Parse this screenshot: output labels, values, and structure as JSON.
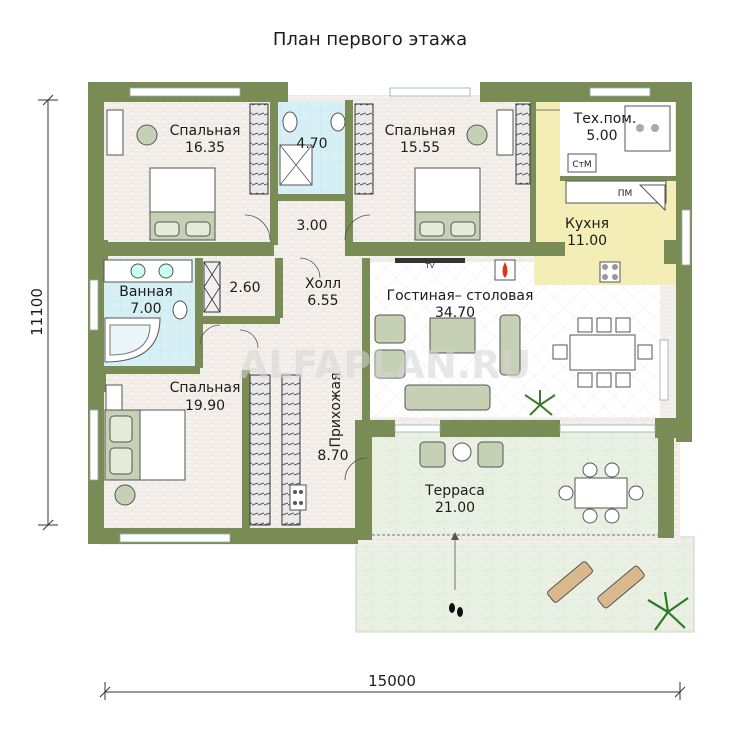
{
  "title": "План первого этажа",
  "watermark": "ALFAPLAN.RU",
  "dimensions": {
    "width": "15000",
    "height": "11100"
  },
  "rooms": {
    "bedroom_nw": {
      "name": "Спальная",
      "area": "16.35"
    },
    "bath_small": {
      "name": "",
      "area": "4.70"
    },
    "corridor": {
      "name": "",
      "area": "3.00"
    },
    "bedroom_n": {
      "name": "Спальная",
      "area": "15.55"
    },
    "tech": {
      "name": "Тех.пом.",
      "area": "5.00"
    },
    "kitchen": {
      "name": "Кухня",
      "area": "11.00"
    },
    "bathroom": {
      "name": "Ванная",
      "area": "7.00"
    },
    "closet": {
      "name": "",
      "area": "2.60"
    },
    "hall": {
      "name": "Холл",
      "area": "6.55"
    },
    "living": {
      "name": "Гостиная– столовая",
      "area": "34.70"
    },
    "bedroom_sw": {
      "name": "Спальная",
      "area": "19.90"
    },
    "entrance": {
      "name": "Прихожая",
      "area": "8.70"
    },
    "terrace": {
      "name": "Терраса",
      "area": "21.00"
    }
  },
  "labels": {
    "tv": "TV",
    "boiler": "СтМ",
    "kitchen_appliance": "ПМ"
  },
  "colors": {
    "wall": "#7a8c56",
    "floor_tile": "#f4f0ec",
    "wet_floor": "#cfeef5",
    "kitchen_floor": "#f3ecb4",
    "terrace_floor": "#e8f0e2",
    "furniture": "#c5d0b4",
    "wardrobe": "#e6e6e6"
  }
}
